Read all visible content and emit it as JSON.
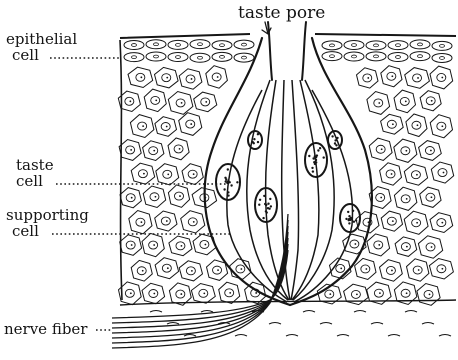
{
  "labels": {
    "taste_pore": "taste pore",
    "epithelial_line1": "epithelial",
    "epithelial_line2": "cell",
    "taste_cell_line1": "taste",
    "taste_cell_line2": "cell",
    "supporting_line1": "supporting",
    "supporting_line2": "cell",
    "nerve_fiber": "nerve fiber"
  },
  "colors": {
    "ink": "#161616",
    "paper": "#ffffff"
  }
}
